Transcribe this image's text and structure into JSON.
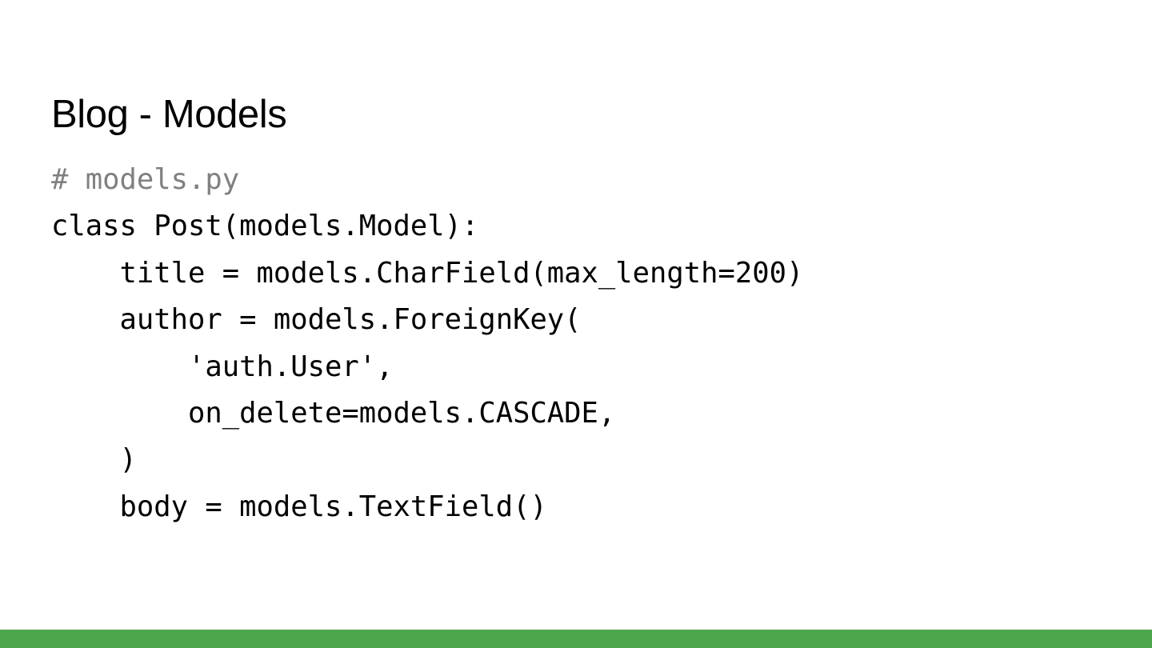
{
  "slide": {
    "title": "Blog - Models",
    "background_color": "#FFFFFF",
    "accent_color": "#4CA64C",
    "comment_color": "#808080",
    "code_color": "#000000",
    "code_lines": [
      {
        "text": "# models.py",
        "kind": "comment",
        "indent": 0
      },
      {
        "text": "class Post(models.Model):",
        "kind": "code",
        "indent": 0
      },
      {
        "text": "    title = models.CharField(max_length=200)",
        "kind": "code",
        "indent": 1
      },
      {
        "text": "    author = models.ForeignKey(",
        "kind": "code",
        "indent": 1
      },
      {
        "text": "        'auth.User',",
        "kind": "code",
        "indent": 2
      },
      {
        "text": "        on_delete=models.CASCADE,",
        "kind": "code",
        "indent": 2
      },
      {
        "text": "    )",
        "kind": "code",
        "indent": 1
      },
      {
        "text": "    body = models.TextField()",
        "kind": "code",
        "indent": 1
      }
    ]
  }
}
